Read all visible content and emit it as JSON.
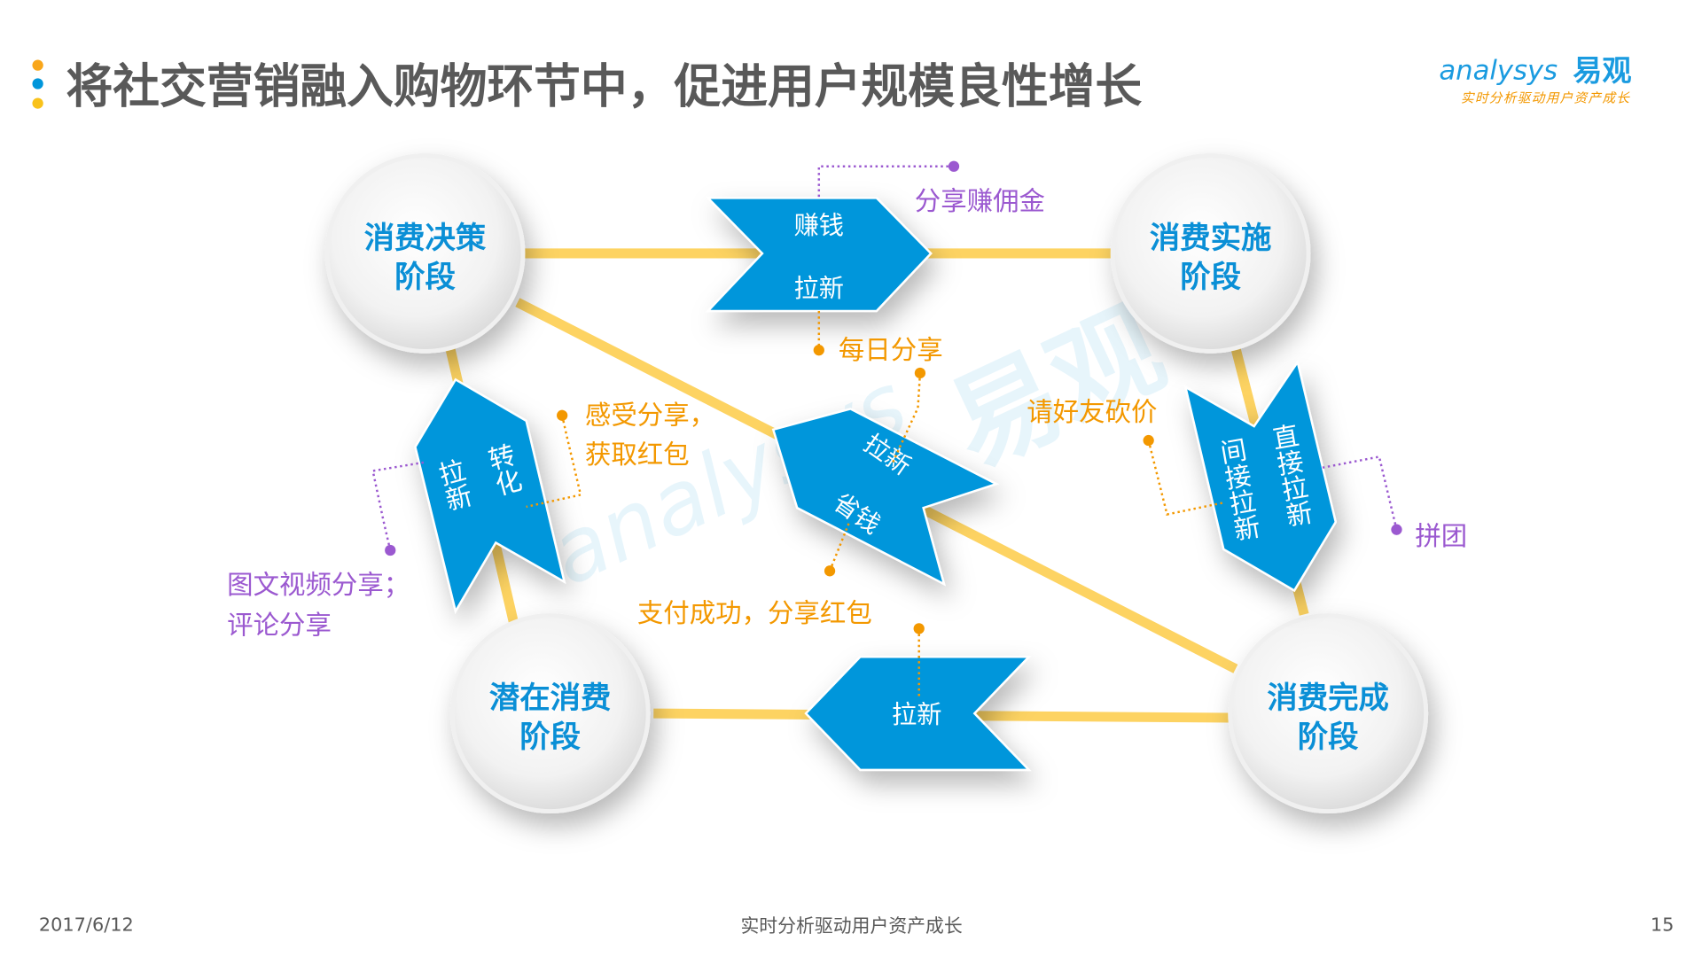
{
  "header": {
    "title": "将社交营销融入购物环节中，促进用户规模良性增长"
  },
  "logo": {
    "brand": "analysys",
    "brand_cn": "易观",
    "slogan": "实时分析驱动用户资产成长"
  },
  "stages": {
    "decision": [
      "消费决策",
      "阶段"
    ],
    "execution": [
      "消费实施",
      "阶段"
    ],
    "potential": [
      "潜在消费",
      "阶段"
    ],
    "completion": [
      "消费完成",
      "阶段"
    ]
  },
  "arrows": {
    "top": {
      "line1": "赚钱",
      "line2": "拉新"
    },
    "center": {
      "line1": "拉新",
      "line2": "省钱"
    },
    "bottom": {
      "line1": "拉新"
    },
    "left": {
      "col1": "拉新",
      "col2": "转化"
    },
    "right": {
      "col1": "间接拉新",
      "col2": "直接拉新"
    }
  },
  "labels": {
    "share_commission": "分享赚佣金",
    "daily_share": "每日分享",
    "feel_share_1": "感受分享，",
    "feel_share_2": "获取红包",
    "media_share_1": "图文视频分享；",
    "media_share_2": "评论分享",
    "bargain": "请好友砍价",
    "group_buy": "拼团",
    "pay_share": "支付成功，分享红包"
  },
  "footer": {
    "date": "2017/6/12",
    "center": "实时分析驱动用户资产成长",
    "page": "15"
  },
  "colors": {
    "blue": "#0096db",
    "yellow": "#fdd362",
    "orange": "#f39800",
    "purple": "#9b59d0"
  }
}
